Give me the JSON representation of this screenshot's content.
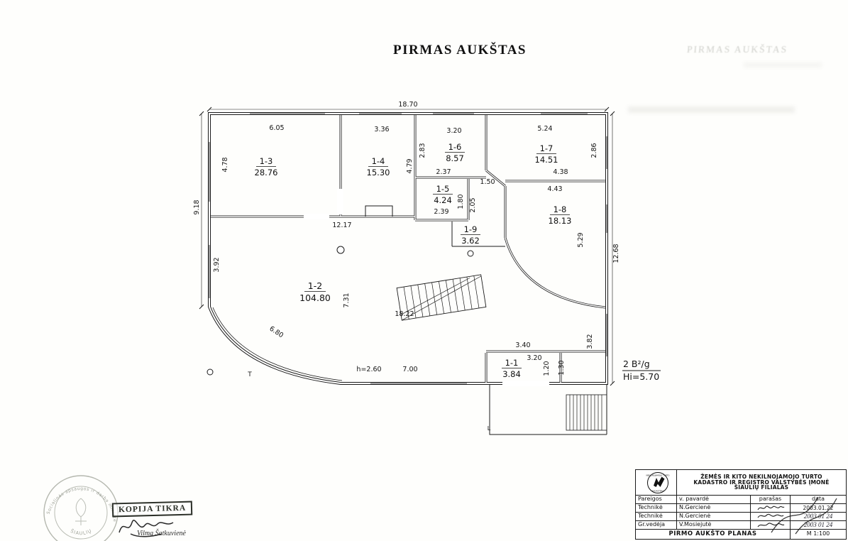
{
  "page": {
    "title": "PIRMAS AUKŠTAS",
    "ghost_title": "PIRMAS AUKŠTAS"
  },
  "plan": {
    "rooms": [
      {
        "id": "1-3",
        "area": "28.76"
      },
      {
        "id": "1-4",
        "area": "15.30"
      },
      {
        "id": "1-6",
        "area": "8.57"
      },
      {
        "id": "1-7",
        "area": "14.51"
      },
      {
        "id": "1-5",
        "area": "4.24"
      },
      {
        "id": "1-8",
        "area": "18.13"
      },
      {
        "id": "1-9",
        "area": "3.62"
      },
      {
        "id": "1-2",
        "area": "104.80"
      },
      {
        "id": "1-1",
        "area": "3.84"
      }
    ],
    "dims": {
      "overall_top": "18.70",
      "overall_left": "9.18",
      "overall_right": "12.68",
      "inner_width": "12.17",
      "r13_w": "6.05",
      "r13_h": "4.78",
      "r14_w": "3.36",
      "r14_h": "4.79",
      "r16_w": "3.20",
      "r16_h": "2.83",
      "r16_b": "2.37",
      "r17_w": "5.24",
      "r17_h": "2.86",
      "r17_b": "4.38",
      "r15_t": "1.50",
      "r15_h": "1.80",
      "r15_r": "2.05",
      "r15_b": "2.39",
      "r18_w": "4.43",
      "r18_h": "5.29",
      "r12_h": "7.31",
      "r12_w": "18.22",
      "r12_diag": "6.80",
      "r12_left": "3.92",
      "r12_right": "3.82",
      "r11_t1": "3.40",
      "r11_t2": "3.20",
      "r11_l": "1.20",
      "r11_r": "1.30",
      "r11_w": "7.00",
      "ceiling_h": "h=2.60"
    },
    "notes": {
      "building_mark": "2 B²/g",
      "height_mark": "Hi=5.70",
      "t_mark": "T",
      "l_mark": "L"
    }
  },
  "title_block": {
    "org_lines": [
      "ŽEMĖS IR KITO NEKILNOJAMOJO TURTO",
      "KADASTRO IR REGISTRO VALSTYBĖS ĮMONĖ",
      "ŠIAULIŲ FILIALAS"
    ],
    "logo": {
      "top": "NEKILNOJAMOJO TURTO",
      "bottom": "KADASTRAS"
    },
    "headers": [
      "Pareigos",
      "v. pavardė",
      "parašas",
      "data"
    ],
    "rows": [
      {
        "role": "Technikė",
        "name": "N.Gercienė",
        "date": "2003.01.22"
      },
      {
        "role": "Technikė",
        "name": "N.Gercienė",
        "date": "2003 01 24"
      },
      {
        "role": "Gr.vedėja",
        "name": "V.Mosiejutė",
        "date": "2003 01 24"
      }
    ],
    "drawing_title": "PIRMO AUKŠTO PLANAS",
    "scale": "M 1:100"
  },
  "stamp": {
    "ring_top": "Socialinės apsaugos ir darbo ministerija",
    "ring_bottom": "ŠIAULIŲ",
    "kopija_tikra": "KOPIJA TIKRA",
    "name": "Vilma Šatkuvienė"
  }
}
